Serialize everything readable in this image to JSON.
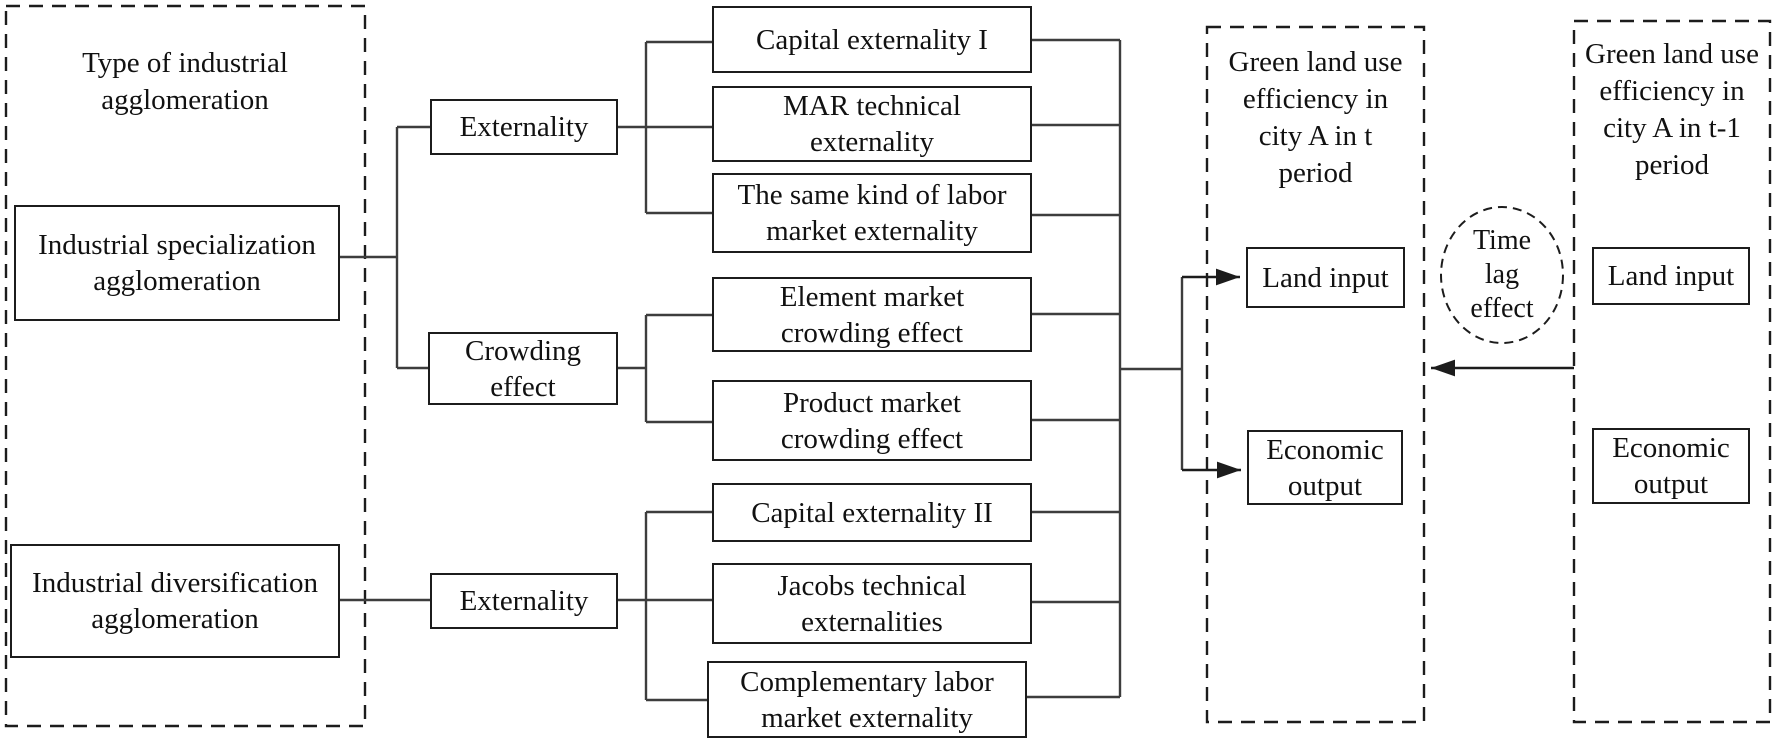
{
  "panels": {
    "agglomeration": {
      "title": "Type of industrial\nagglomeration"
    },
    "t_period": {
      "title": "Green land use\nefficiency in\ncity A in t\nperiod"
    },
    "t1_period": {
      "title": "Green land use\nefficiency in\ncity A in t-1\nperiod"
    }
  },
  "nodes": {
    "specialization": "Industrial specialization\nagglomeration",
    "diversification": "Industrial diversification\nagglomeration",
    "externality_top": "Externality",
    "crowding_effect": "Crowding\neffect",
    "externality_bottom": "Externality",
    "capital_externality_1": "Capital externality I",
    "mar_technical": "MAR technical\nexternality",
    "same_labor_market": "The same kind of labor\nmarket externality",
    "element_market": "Element market\ncrowding effect",
    "product_market": "Product market\ncrowding effect",
    "capital_externality_2": "Capital externality II",
    "jacobs_technical": "Jacobs technical\nexternalities",
    "complementary_labor": "Complementary labor\nmarket externality",
    "land_input_t": "Land input",
    "economic_output_t": "Economic\noutput",
    "land_input_t1": "Land input",
    "economic_output_t1": "Economic\noutput",
    "time_lag": "Time\nlag\neffect"
  },
  "colors": {
    "background": "#ffffff",
    "line": "#3d3d3d",
    "box_border": "#1c1c1c",
    "text": "#111111"
  }
}
